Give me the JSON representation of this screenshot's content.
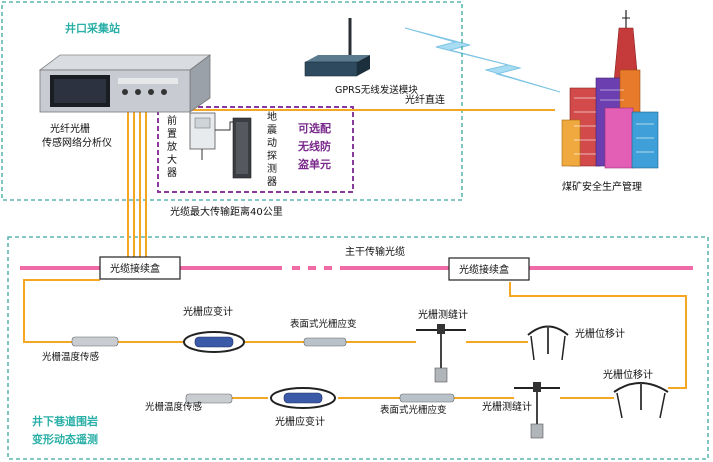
{
  "top_zone": {
    "title": "井口采集站",
    "title_color": "#2bb0a8"
  },
  "bottom_zone": {
    "title_line1": "井下巷道围岩",
    "title_line2": "变形动态遥测",
    "title_color": "#2bb0a8"
  },
  "analyzer": {
    "line1": "光纤光栅",
    "line2": "传感网络分析仪"
  },
  "gprs": {
    "label": "GPRS无线发送模块"
  },
  "preamp": {
    "label": [
      "前",
      "置",
      "放",
      "大",
      "器"
    ]
  },
  "seismic": {
    "label": [
      "地",
      "震",
      "动",
      "探",
      "测",
      "器"
    ]
  },
  "optional_unit": {
    "line1": "可选配",
    "line2": "无线防",
    "line3": "盗单元",
    "color": "#7a2a8c"
  },
  "fiber_direct": {
    "label": "光纤直连"
  },
  "mine_mgmt": {
    "label": "煤矿安全生产管理"
  },
  "max_distance": {
    "label": "光缆最大传输距离40公里"
  },
  "trunk_cable": {
    "label": "主干传输光缆",
    "color": "#f06aa8"
  },
  "splice_boxes": [
    "光缆接续盒",
    "光缆接续盒"
  ],
  "sensors": {
    "upper_row": {
      "temperature": "光栅温度传感",
      "strain_gauge": "光栅应变计",
      "surface_strain": "表面式光栅应变",
      "crack_meter": "光栅测缝计",
      "displacement": "光栅位移计"
    },
    "lower_row": {
      "temperature": "光栅温度传感",
      "strain_gauge": "光栅应变计",
      "surface_strain": "表面式光栅应变",
      "crack_meter": "光栅测缝计",
      "displacement": "光栅位移计"
    }
  },
  "colors": {
    "fiber": "#f5a623",
    "dashed_border": "#3aa7a0",
    "dashed_purple": "#8a3a9c"
  }
}
